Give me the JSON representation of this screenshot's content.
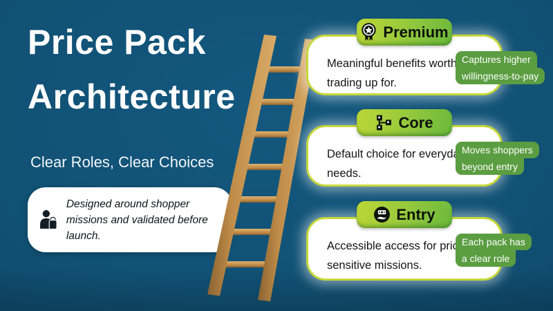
{
  "title": {
    "line1": "Price Pack",
    "line2": "Architecture"
  },
  "subtitle": "Clear Roles, Clear Choices",
  "intro_card": {
    "icon": "shopper-with-bag-icon",
    "text": "Designed around shopper missions and validated before launch."
  },
  "ladder": {
    "icon": "wooden-ladder-illustration",
    "rungs": 7
  },
  "packs": [
    {
      "label": "Premium",
      "icon": "award-rosette-icon",
      "description": "Meaningful benefits worth trading up for.",
      "note_line1": "Captures higher",
      "note_line2": "willingness-to-pay"
    },
    {
      "label": "Core",
      "icon": "flowchart-icon",
      "description": "Default choice for everyday needs.",
      "note_line1": "Moves shoppers",
      "note_line2": "beyond entry"
    },
    {
      "label": "Entry",
      "icon": "cash-in-hand-icon",
      "description": "Accessible access for price-sensitive missions.",
      "note_line1": "Each pack has",
      "note_line2": "a clear role"
    }
  ],
  "colors": {
    "background_teal": "#115174",
    "background_dark_edge": "#0d4364",
    "card_white": "#ffffff",
    "card_border_lime": "#c5d83a",
    "pill_gradient_start": "#bdd736",
    "pill_gradient_end": "#6cb93c",
    "note_green": "#5b9d41",
    "ladder_wood": "#c08c49",
    "ladder_wood_dark": "#8a6331",
    "ladder_wood_light": "#d9ac68",
    "text_white": "#ffffff",
    "text_black": "#141414"
  }
}
